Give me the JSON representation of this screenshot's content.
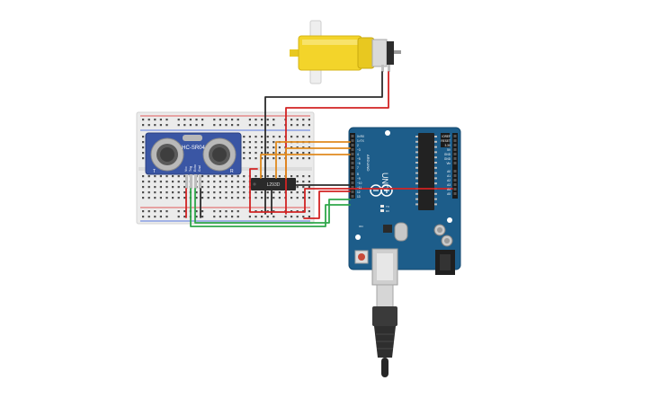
{
  "components": {
    "sensor": {
      "label": "HC-SR04",
      "pins": [
        "Vcc",
        "Trig",
        "Echo",
        "Gnd"
      ],
      "transducer_labels": [
        "T",
        "R"
      ]
    },
    "chip": {
      "label": "L293D"
    },
    "arduino": {
      "board_label": "UNO",
      "logo_text": "ARDUINO",
      "digital_pins": [
        "0<RX",
        "1>TX",
        "2",
        "~3",
        "4",
        "~5",
        "~6",
        "7",
        "8",
        "~9",
        "~10",
        "~11",
        "12",
        "13"
      ],
      "analog_header": [
        "A0",
        "A1",
        "A2",
        "A3",
        "A4",
        "A5"
      ],
      "power_header": [
        "IOREF",
        "RESET",
        "3.3V",
        "5V",
        "GND",
        "GND",
        "Vin"
      ],
      "on_label": "ON",
      "tx_label": "TX",
      "rx_label": "RX"
    }
  },
  "colors": {
    "background": "#ffffff",
    "wire_red": "#d22323",
    "wire_black": "#2b2b2b",
    "wire_orange": "#e08a1e",
    "wire_green": "#2fa84a",
    "board_blue": "#1d5d8a",
    "motor_yellow": "#f3d42a",
    "sensor_blue": "#3a56a4",
    "breadboard": "#e9e9e9"
  }
}
